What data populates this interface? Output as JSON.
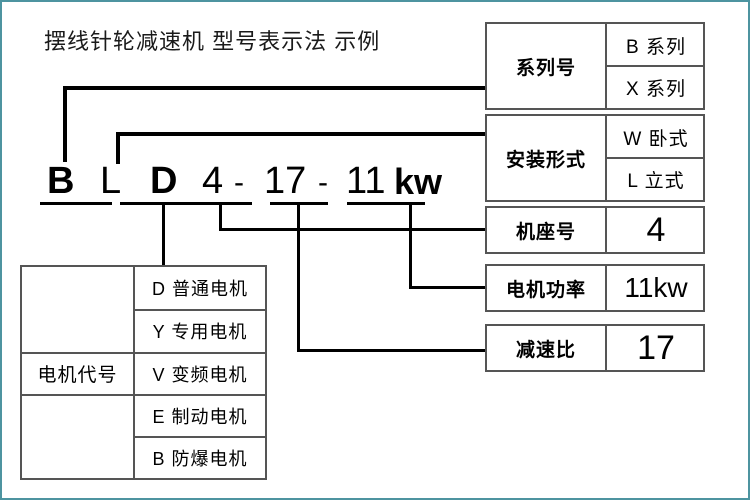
{
  "title": "摆线针轮减速机 型号表示法  示例",
  "model_code": {
    "segments": [
      {
        "text": "B",
        "style": "bold"
      },
      {
        "text": "L",
        "style": "regular"
      },
      {
        "text": "D",
        "style": "bold"
      },
      {
        "text": "4",
        "style": "regular"
      },
      {
        "text": "-",
        "style": "dash"
      },
      {
        "text": "17",
        "style": "regular"
      },
      {
        "text": "-",
        "style": "dash"
      },
      {
        "text": "11",
        "style": "regular"
      },
      {
        "text": "kw",
        "style": "bold"
      }
    ],
    "full": "BLD4-17-11kw"
  },
  "right_boxes": [
    {
      "label": "系列号",
      "options": [
        "B 系列",
        "X 系列"
      ]
    },
    {
      "label": "安装形式",
      "options": [
        "W 卧式",
        "L 立式"
      ]
    },
    {
      "label": "机座号",
      "value": "4"
    },
    {
      "label": "电机功率",
      "value": "11kw"
    },
    {
      "label": "减速比",
      "value": "17"
    }
  ],
  "motor_table": {
    "label": "电机代号",
    "rows": [
      "D 普通电机",
      "Y 专用电机",
      "V 变频电机",
      "E 制动电机",
      "B 防爆电机"
    ]
  },
  "colors": {
    "frame": "#4d94a0",
    "line": "#000000",
    "box_border": "#555555",
    "background": "#ffffff"
  }
}
